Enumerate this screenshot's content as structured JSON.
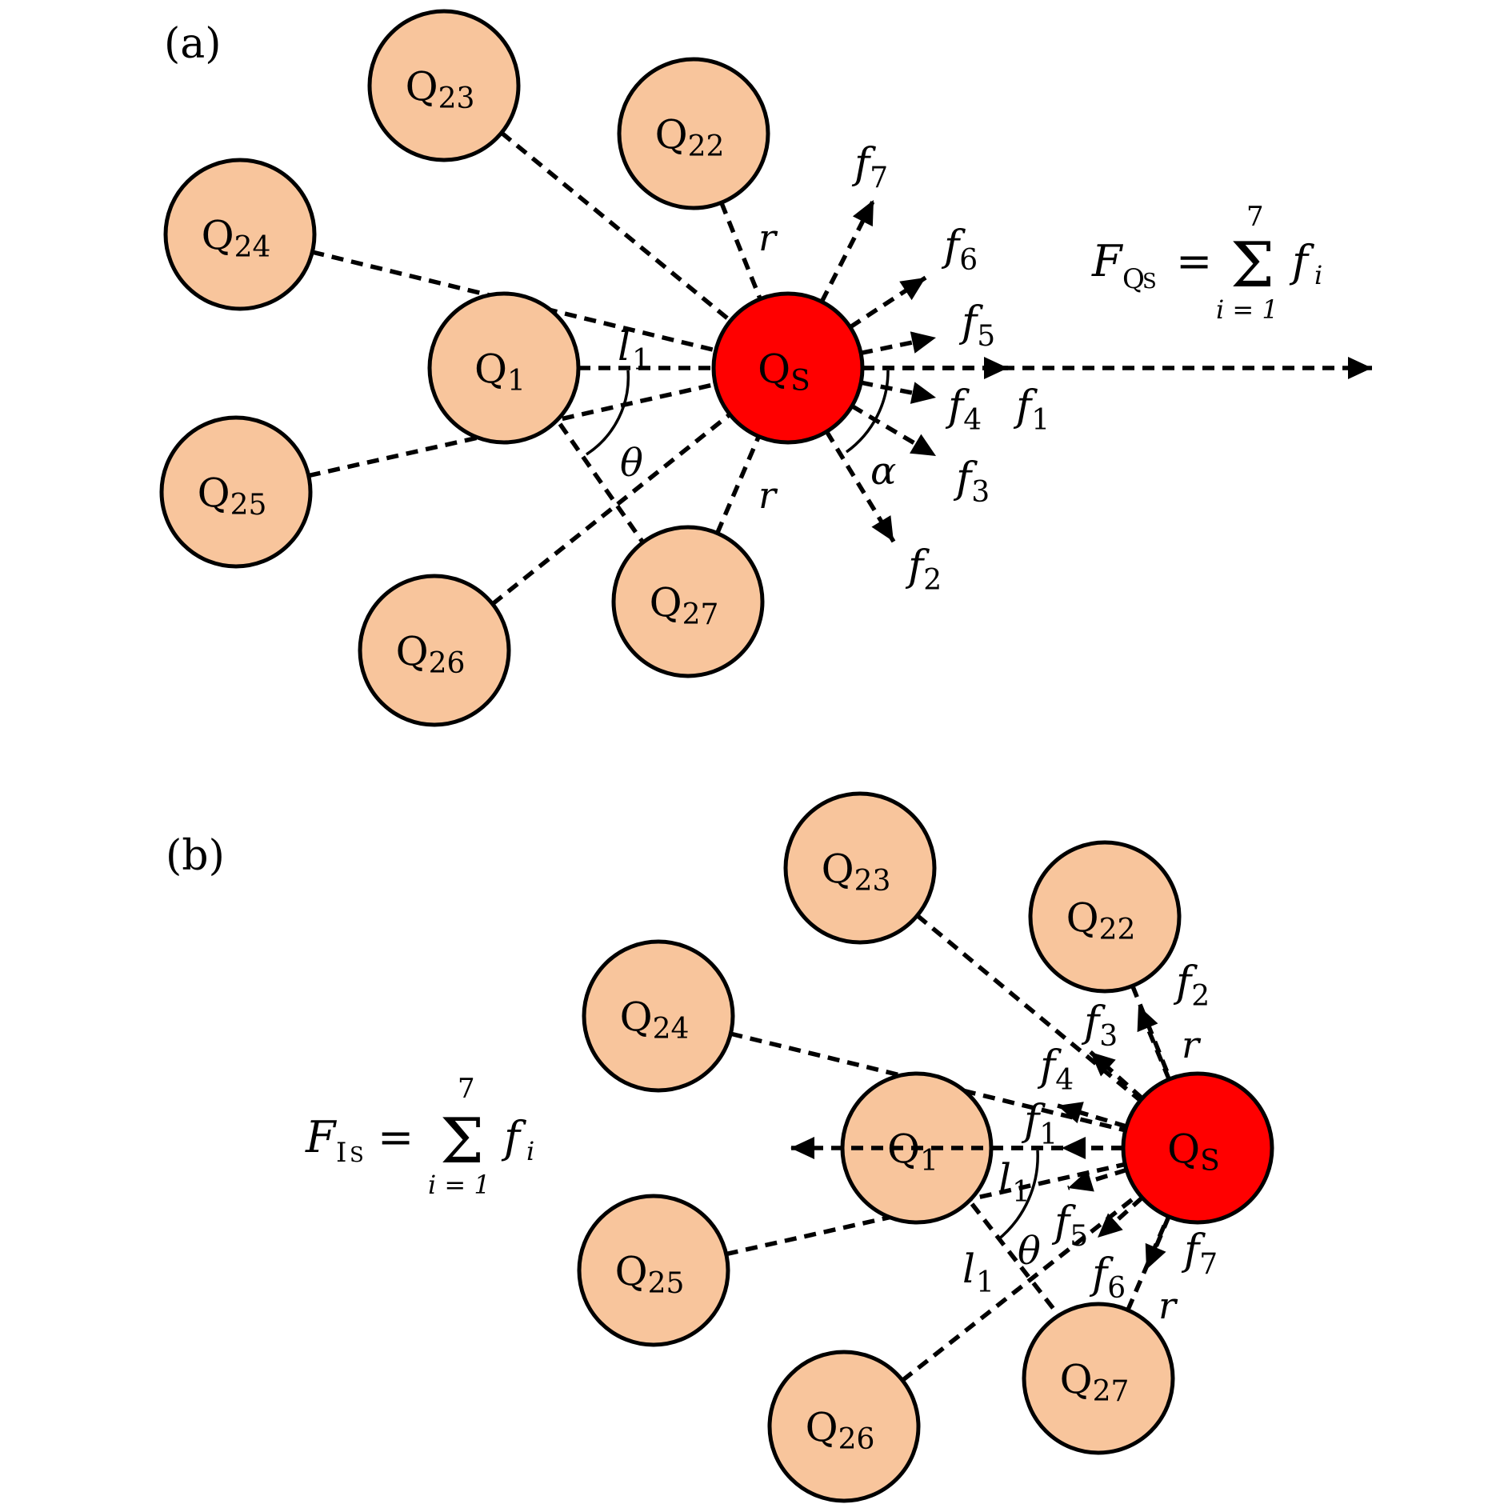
{
  "figure": {
    "colors": {
      "neighbor_fill": "#F8C59C",
      "center_fill": "#FF0000",
      "stroke": "#000000",
      "background": "#FFFFFF"
    },
    "panels": [
      {
        "id": "a",
        "label": "(a)",
        "center_particle": {
          "name": "Q",
          "sub": "S"
        },
        "neighbors": [
          {
            "name": "Q",
            "sub": "1"
          },
          {
            "name": "Q",
            "sub": "22"
          },
          {
            "name": "Q",
            "sub": "23"
          },
          {
            "name": "Q",
            "sub": "24"
          },
          {
            "name": "Q",
            "sub": "25"
          },
          {
            "name": "Q",
            "sub": "26"
          },
          {
            "name": "Q",
            "sub": "27"
          }
        ],
        "force_labels": [
          {
            "name": "f",
            "sub": "1"
          },
          {
            "name": "f",
            "sub": "2"
          },
          {
            "name": "f",
            "sub": "3"
          },
          {
            "name": "f",
            "sub": "4"
          },
          {
            "name": "f",
            "sub": "5"
          },
          {
            "name": "f",
            "sub": "6"
          },
          {
            "name": "f",
            "sub": "7"
          }
        ],
        "distance_labels": {
          "l": "l",
          "l_sub": "1",
          "r": "r"
        },
        "angle_labels": {
          "theta": "θ",
          "alpha": "α"
        },
        "formula": {
          "lhs": "F",
          "lhs_sub": "Q",
          "lhs_subsub": "S",
          "eq": "=",
          "sum": "Σ",
          "upper": "7",
          "lower": "i = 1",
          "term": "f",
          "term_sub": "i"
        },
        "resultant_direction": "right"
      },
      {
        "id": "b",
        "label": "(b)",
        "center_particle": {
          "name": "Q",
          "sub": "S"
        },
        "neighbors": [
          {
            "name": "Q",
            "sub": "1"
          },
          {
            "name": "Q",
            "sub": "22"
          },
          {
            "name": "Q",
            "sub": "23"
          },
          {
            "name": "Q",
            "sub": "24"
          },
          {
            "name": "Q",
            "sub": "25"
          },
          {
            "name": "Q",
            "sub": "26"
          },
          {
            "name": "Q",
            "sub": "27"
          }
        ],
        "force_labels": [
          {
            "name": "f",
            "sub": "1"
          },
          {
            "name": "f",
            "sub": "2"
          },
          {
            "name": "f",
            "sub": "3"
          },
          {
            "name": "f",
            "sub": "4"
          },
          {
            "name": "f",
            "sub": "5"
          },
          {
            "name": "f",
            "sub": "6"
          },
          {
            "name": "f",
            "sub": "7"
          }
        ],
        "distance_labels": {
          "l": "l",
          "l_sub": "1",
          "r": "r"
        },
        "angle_labels": {
          "theta": "θ"
        },
        "formula": {
          "lhs": "F",
          "lhs_sub": "I",
          "lhs_subsub": "S",
          "eq": "=",
          "sum": "Σ",
          "upper": "7",
          "lower": "i = 1",
          "term": "f",
          "term_sub": "i"
        },
        "resultant_direction": "left"
      }
    ]
  }
}
